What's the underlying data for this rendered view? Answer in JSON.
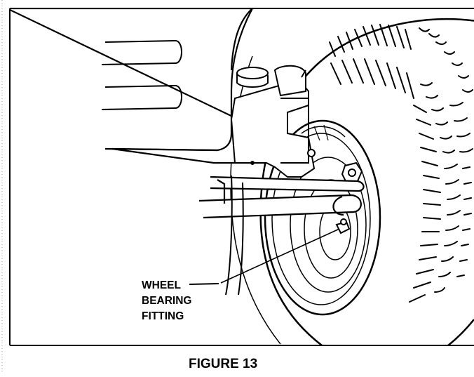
{
  "callout": {
    "lines": [
      "WHEEL",
      "BEARING",
      "FITTING"
    ]
  },
  "caption": "FIGURE 13",
  "colors": {
    "ink": "#000000",
    "paper": "#ffffff"
  }
}
